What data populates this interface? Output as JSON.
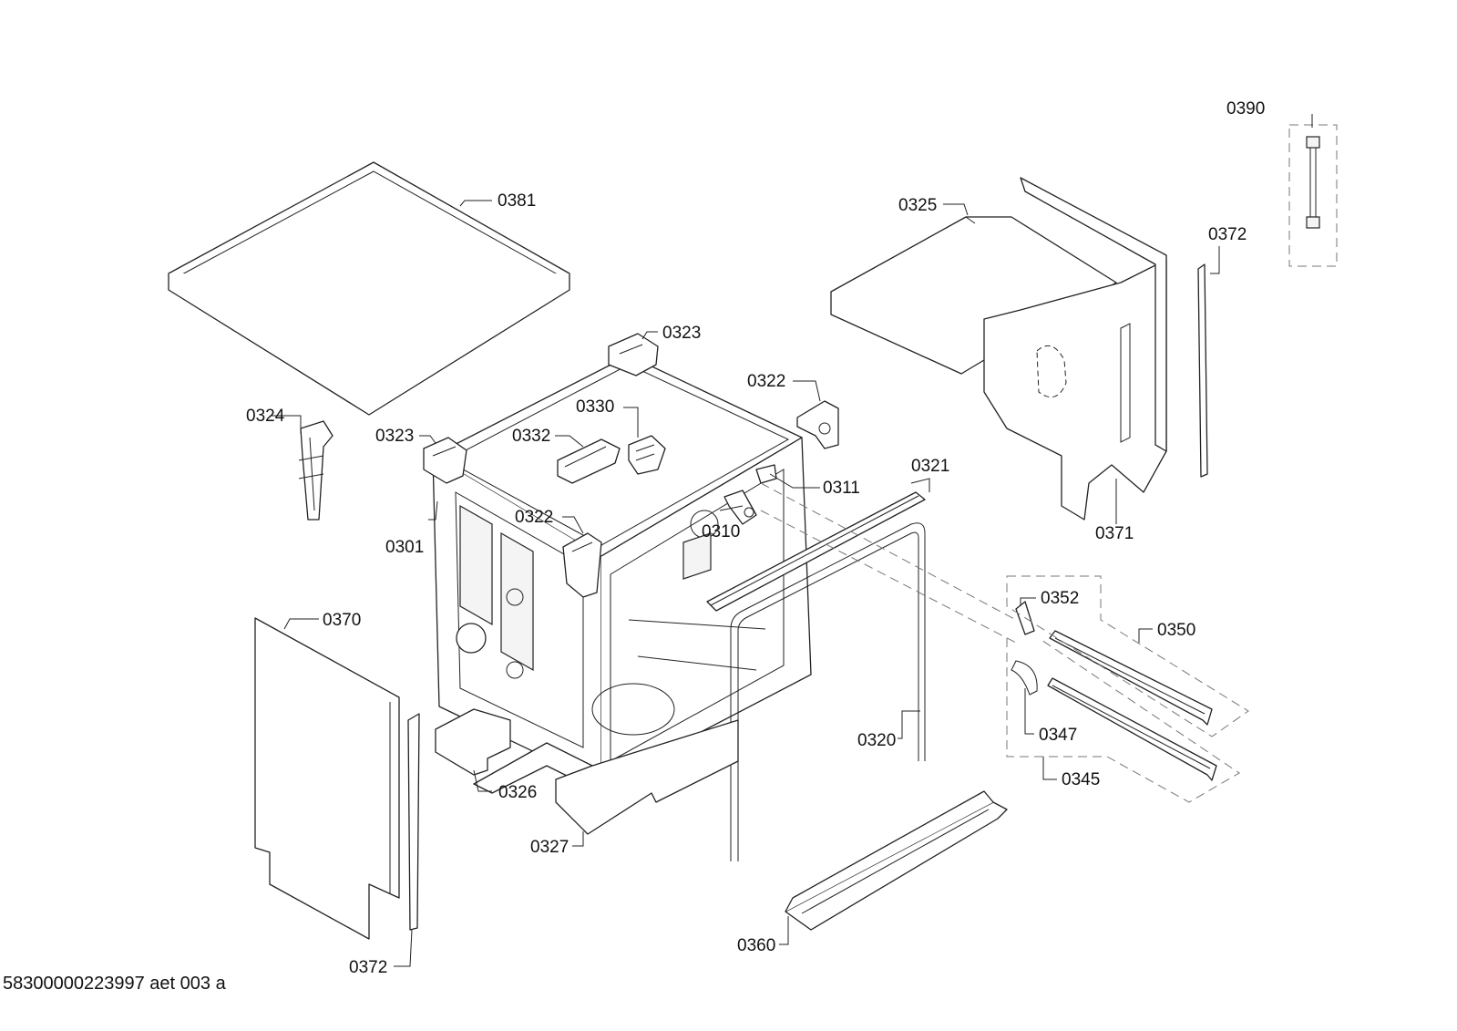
{
  "diagram": {
    "document_id": "58300000223997 aet 003 a",
    "callouts": {
      "c0381": "0381",
      "c0324": "0324",
      "c0323a": "0323",
      "c0323b": "0323",
      "c0330": "0330",
      "c0332": "0332",
      "c0322a": "0322",
      "c0322b": "0322",
      "c0311": "0311",
      "c0310": "0310",
      "c0301": "0301",
      "c0321": "0321",
      "c0325": "0325",
      "c0371": "0371",
      "c0372a": "0372",
      "c0372b": "0372",
      "c0390": "0390",
      "c0352": "0352",
      "c0350": "0350",
      "c0347": "0347",
      "c0345": "0345",
      "c0320": "0320",
      "c0370": "0370",
      "c0326": "0326",
      "c0327": "0327",
      "c0360": "0360"
    }
  }
}
